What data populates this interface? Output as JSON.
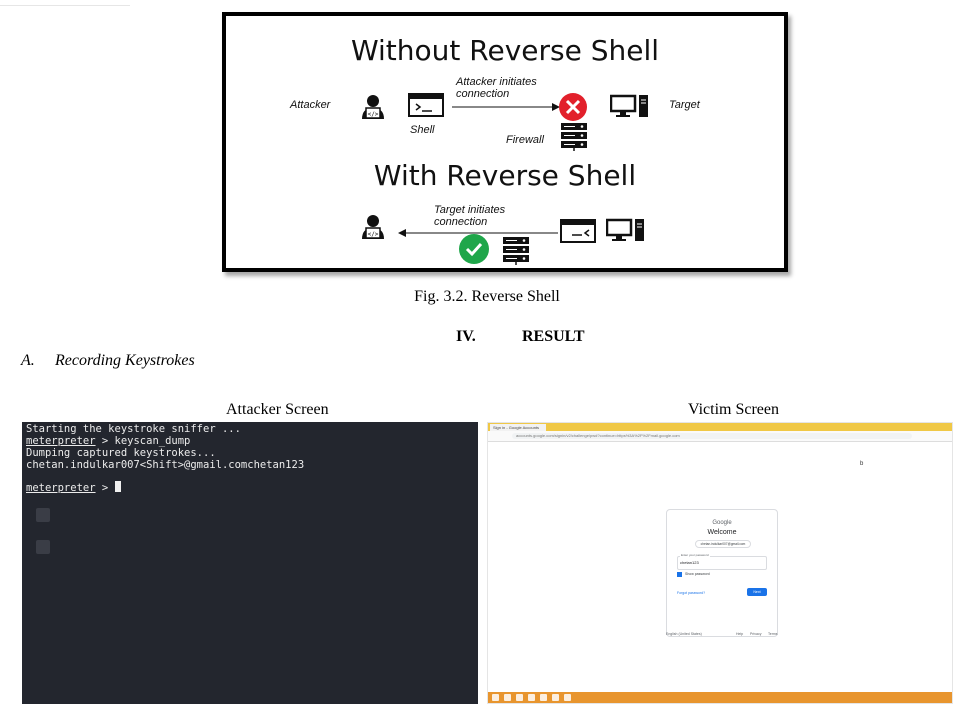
{
  "figure": {
    "heading_without": "Without Reverse Shell",
    "heading_with": "With Reverse Shell",
    "label_attacker": "Attacker",
    "label_target": "Target",
    "label_shell": "Shell",
    "label_firewall": "Firewall",
    "label_attacker_initiates": "Attacker initiates\nconnection",
    "label_target_initiates": "Target initiates\nconnection",
    "caption": "Fig. 3.2. Reverse Shell"
  },
  "section": {
    "number": "IV.",
    "title": "RESULT"
  },
  "subsection": {
    "letter": "A.",
    "title": "Recording Keystrokes"
  },
  "screens": {
    "attacker_title": "Attacker Screen",
    "victim_title": "Victim Screen"
  },
  "terminal": {
    "line1": "Starting the keystroke sniffer ...",
    "prompt": "meterpreter",
    "command": " > keyscan_dump",
    "line3": "Dumping captured keystrokes...",
    "line4": "chetan.indulkar007<Shift>@gmail.comchetan123",
    "prompt2": "meterpreter",
    "prompt2_suffix": " > "
  },
  "victim": {
    "tab_label": "Sign in - Google Accounts",
    "url": "accounts.google.com/signin/v2/challenge/pwd?continue=https%3A%2F%2Fmail.google.com",
    "marker": "b",
    "google": "Google",
    "welcome": "Welcome",
    "account": "chetan.indulkar007@gmail.com",
    "field_label": "Enter your password",
    "field_value": "chetan123",
    "show_password": "Show password",
    "forgot": "Forgot password?",
    "next": "Next",
    "language": "English (United States)",
    "help": "Help",
    "privacy": "Privacy",
    "terms": "Terms"
  }
}
